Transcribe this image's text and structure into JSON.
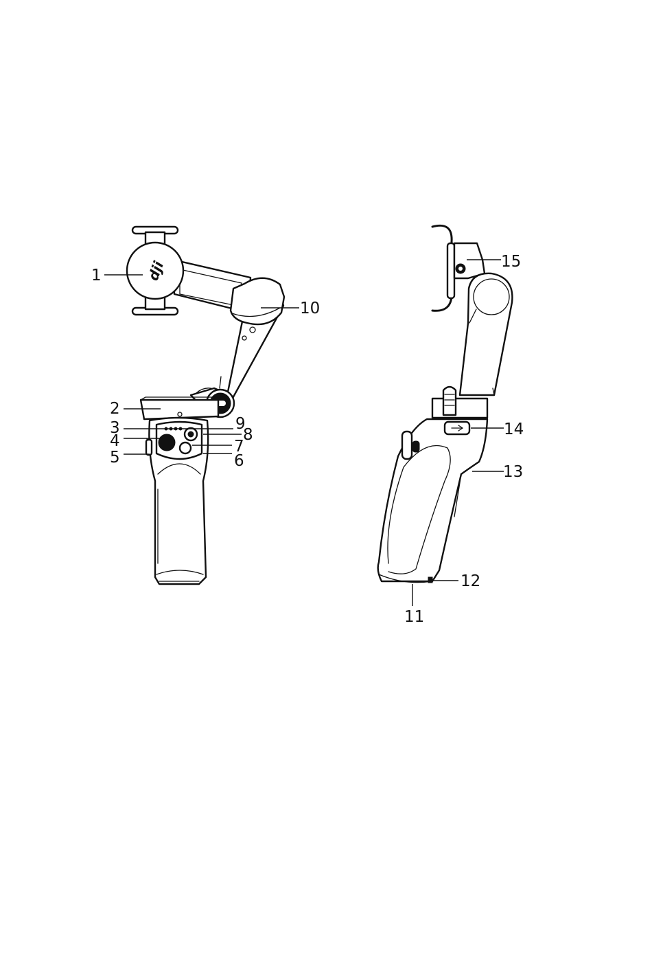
{
  "figure": {
    "front_view": {
      "callouts": [
        "1",
        "2",
        "3",
        "4",
        "5",
        "6",
        "7",
        "8",
        "9",
        "10"
      ],
      "logo_text": "dji"
    },
    "side_view": {
      "callouts": [
        "11",
        "12",
        "13",
        "14",
        "15"
      ]
    }
  }
}
